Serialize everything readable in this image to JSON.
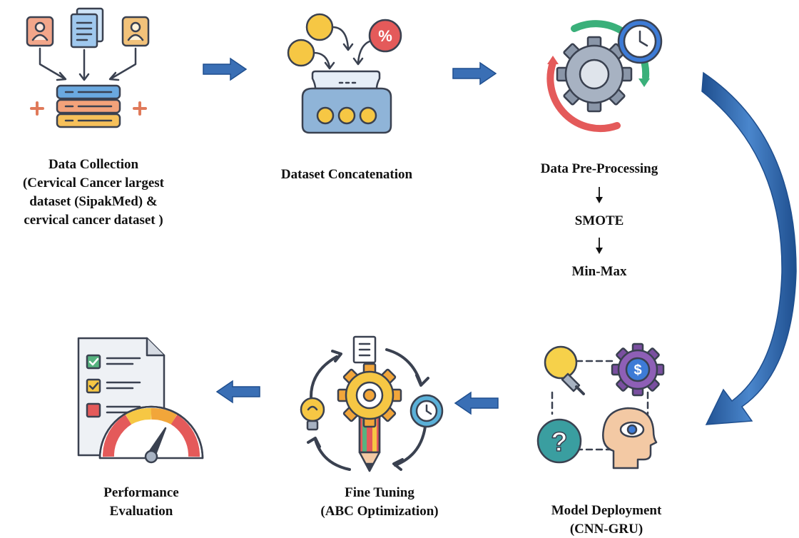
{
  "steps": {
    "collection": {
      "lines": [
        "Data Collection",
        "(Cervical Cancer largest",
        "dataset (SipakMed) &",
        "cervical cancer dataset )"
      ],
      "icon": "data-collection-icon"
    },
    "concatenation": {
      "lines": [
        "Dataset Concatenation"
      ],
      "icon": "dataset-concatenation-icon"
    },
    "preprocessing": {
      "lines": [
        "Data Pre-Processing"
      ],
      "substeps": [
        "SMOTE",
        "Min-Max"
      ],
      "icon": "gear-cycle-clock-icon"
    },
    "deployment": {
      "lines": [
        "Model Deployment",
        "(CNN-GRU)"
      ],
      "icon": "model-deployment-icon"
    },
    "finetuning": {
      "lines": [
        "Fine Tuning",
        "(ABC Optimization)"
      ],
      "icon": "fine-tuning-icon"
    },
    "evaluation": {
      "lines": [
        "Performance",
        "Evaluation"
      ],
      "icon": "performance-evaluation-icon"
    }
  },
  "colors": {
    "arrow_fill": "#3a6fb5",
    "arrow_edge": "#1f4f8f",
    "outline": "#3a4150",
    "orange": "#f2a65a",
    "yellow": "#f6c744",
    "teal": "#3a9ea0",
    "red": "#e45a5a",
    "green": "#56b37f",
    "blue": "#3d7bd6"
  }
}
